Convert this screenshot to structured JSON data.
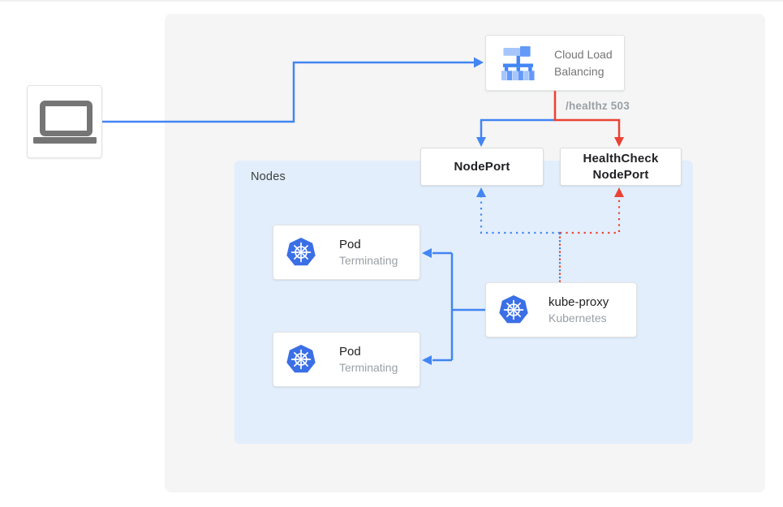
{
  "colors": {
    "accent_blue": "#4285f4",
    "accent_red": "#ea4335",
    "gray_region": "#f5f5f5",
    "nodes_region": "#e2eefb",
    "k8s_blue": "#3b6fe6",
    "icon_light_blue": "#a6c6fb",
    "icon_mid_blue": "#6499f8",
    "text_dark": "#202124",
    "text_gray": "#757575",
    "text_subtle": "#9aa0a6",
    "laptop_gray": "#757575",
    "card_border": "#e3e3e3"
  },
  "diagram": {
    "client": {
      "icon": "laptop-icon"
    },
    "cloud_load_balancing": {
      "label": "Cloud Load Balancing",
      "icon": "load-balancer-icon"
    },
    "healthz_badge": "/healthz 503",
    "nodeport": {
      "label": "NodePort"
    },
    "healthcheck_nodeport": {
      "label": "HealthCheck NodePort"
    },
    "nodes_group": {
      "label": "Nodes"
    },
    "pods": [
      {
        "title": "Pod",
        "status": "Terminating",
        "icon": "kubernetes-icon"
      },
      {
        "title": "Pod",
        "status": "Terminating",
        "icon": "kubernetes-icon"
      }
    ],
    "kube_proxy": {
      "title": "kube-proxy",
      "subtitle": "Kubernetes",
      "icon": "kubernetes-icon"
    }
  }
}
